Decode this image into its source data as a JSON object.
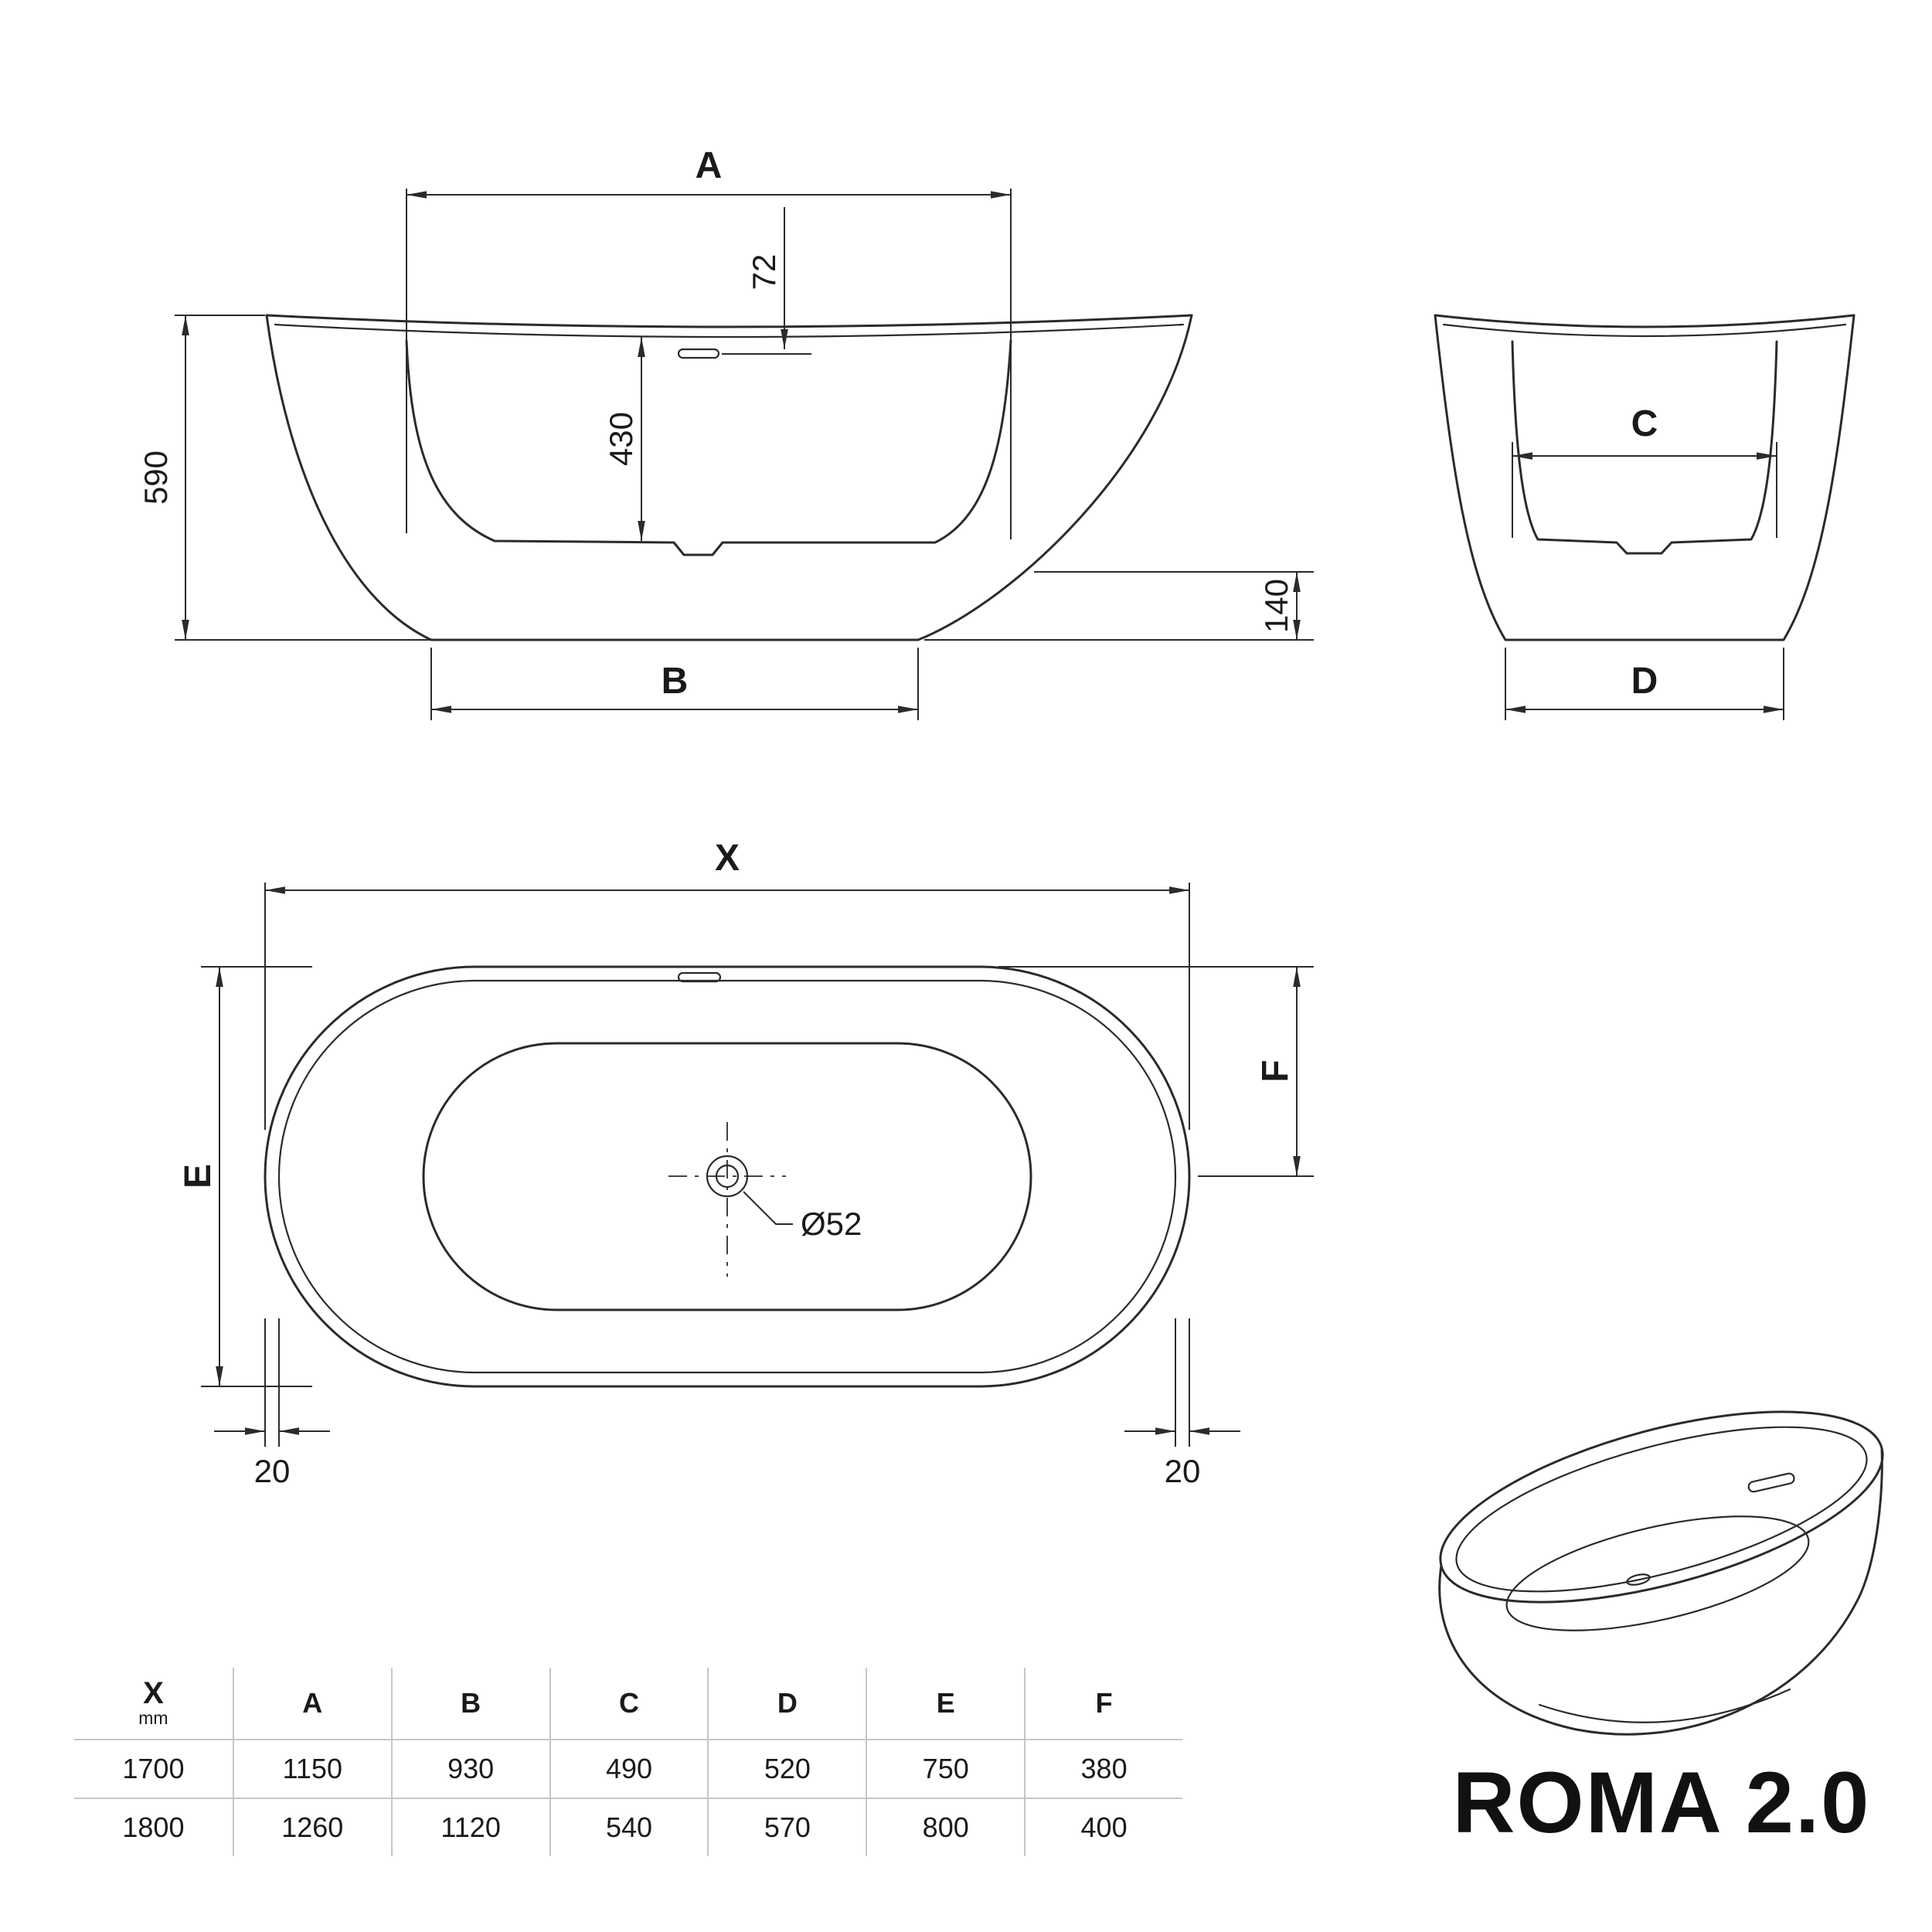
{
  "title": "ROMA 2.0",
  "side_view": {
    "label_a": "A",
    "label_b": "B",
    "height_overall": "590",
    "depth_inner": "430",
    "overflow_offset": "72",
    "base_height": "140"
  },
  "end_view": {
    "label_c": "C",
    "label_d": "D"
  },
  "plan_view": {
    "label_x": "X",
    "label_e": "E",
    "label_f": "F",
    "drain_diameter": "Ø52",
    "rim_offset_left": "20",
    "rim_offset_right": "20"
  },
  "table": {
    "header": {
      "x": {
        "label": "X",
        "unit": "mm"
      },
      "cols": [
        "A",
        "B",
        "C",
        "D",
        "E",
        "F"
      ]
    },
    "rows": [
      [
        "1700",
        "1150",
        "930",
        "490",
        "520",
        "750",
        "380"
      ],
      [
        "1800",
        "1260",
        "1120",
        "540",
        "570",
        "800",
        "400"
      ]
    ]
  }
}
